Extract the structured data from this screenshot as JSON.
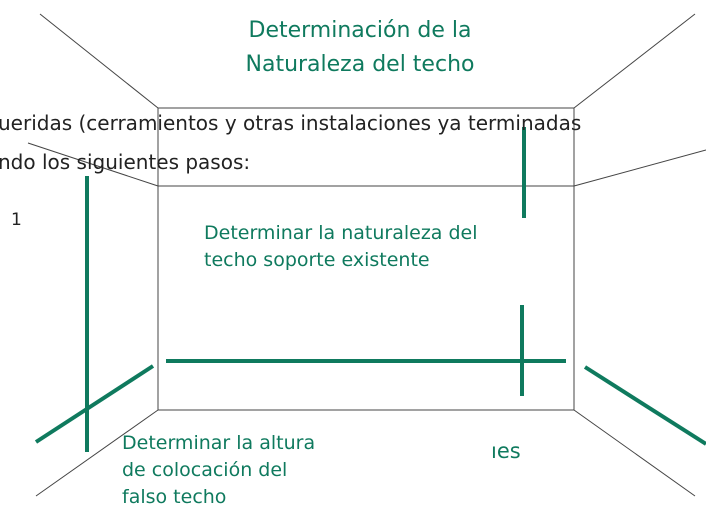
{
  "title": {
    "line1": "Determinación de la",
    "line2": "Naturaleza del techo"
  },
  "intro": {
    "line1": "ueridas (cerramientos y otras instalaciones ya terminadas",
    "line2": "ndo los siguientes pasos:"
  },
  "step_number": "1",
  "labels": {
    "nature_line1": "Determinar la naturaleza del",
    "nature_line2": "techo soporte existente",
    "height_line1": "Determinar la altura",
    "height_line2": "de colocación del",
    "height_line3": "falso techo",
    "partial": "ıes"
  },
  "colors": {
    "accent": "#0f7a5e",
    "line": "#444444"
  }
}
